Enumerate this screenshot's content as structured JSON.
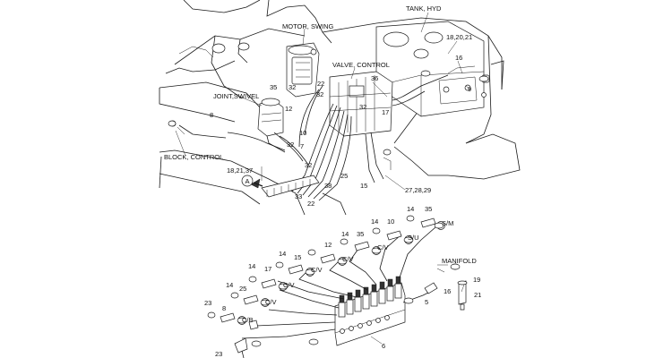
{
  "components": {
    "tank_hyd": "TANK, HYD",
    "motor_swing": "MOTOR, SWING",
    "valve_control": "VALVE, CONTROL",
    "joint_swivel": "JOINT,SWIVEL",
    "block_control": "BLOCK, CONTROL",
    "manifold": "MANIFOLD"
  },
  "callouts": {
    "c_18_20_21": "18,20,21",
    "c_16_tank": "16",
    "c_9": "9",
    "c_35_motor": "35",
    "c_32_a": "32",
    "c_22_a": "22",
    "c_36": "36",
    "c_32_b": "32",
    "c_17_valve": "17",
    "c_12": "12",
    "c_32_c": "32",
    "c_8_joint": "8",
    "c_10": "10",
    "c_7": "7",
    "c_32_d": "32",
    "c_18_21_37": "18,21,37",
    "c_32_e": "32",
    "c_25_mid": "25",
    "c_38": "38",
    "c_15_mid": "15",
    "c_33": "33",
    "c_22_b": "22",
    "c_27_28_29": "27,28,29",
    "c_14_r1": "14",
    "c_35_r1": "35",
    "c_14_r2": "14",
    "c_10_r2": "10",
    "c_14_r3": "14",
    "c_35_r3": "35",
    "c_12_r3": "12",
    "c_14_r4": "14",
    "c_15_r4": "15",
    "c_14_r5": "14",
    "c_17_r5": "17",
    "c_14_r6": "14",
    "c_25_r6": "25",
    "c_23_a": "23",
    "c_8_r7": "8",
    "c_23_b": "23",
    "c_5": "5",
    "c_16_man": "16",
    "c_19": "19",
    "c_21": "21",
    "c_6": "6"
  },
  "port_codes": {
    "sm": "S/M",
    "su": "S/U",
    "cv1": "C/V",
    "cv2": "C/V",
    "cv3": "C/V",
    "cv4": "C/V",
    "cv5": "C/V",
    "cb": "C/B"
  },
  "markers": {
    "view_a": "A"
  }
}
